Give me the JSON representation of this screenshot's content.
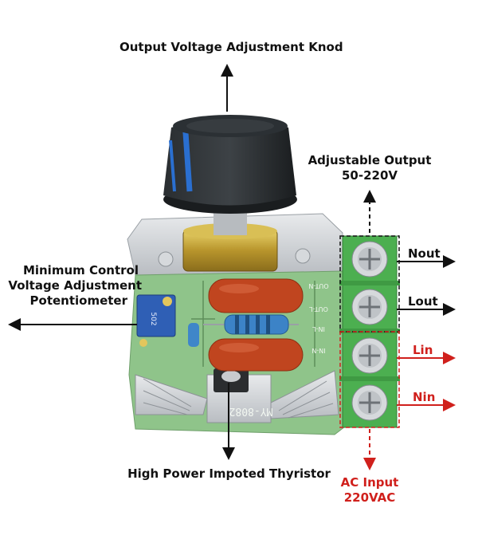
{
  "labels": {
    "knob": "Output Voltage Adjustment Knod",
    "adjustable_output_line1": "Adjustable Output",
    "adjustable_output_line2": "50-220V",
    "min_control_line1": "Minimum Control",
    "min_control_line2": "Voltage Adjustment",
    "min_control_line3": "Potentiometer",
    "thyristor": "High Power Impoted Thyristor",
    "ac_input_line1": "AC Input",
    "ac_input_line2": "220VAC"
  },
  "terminals": [
    "Nout",
    "Lout",
    "Lin",
    "Nin"
  ],
  "pcb_markings": {
    "board": "MY-8082",
    "pins": [
      "OUT-N",
      "OUT-L",
      "IN-L",
      "IN-N"
    ],
    "pot": "502"
  },
  "colors": {
    "output_arrow": "#111111",
    "input_arrow": "#d0201c",
    "pcb": "#8fc48a",
    "terminal_block": "#4caf50",
    "capacitor": "#c0451f",
    "knob": "#1f2326",
    "knob_accent": "#2a6fd0",
    "heatsink": "#c9cdd1"
  }
}
